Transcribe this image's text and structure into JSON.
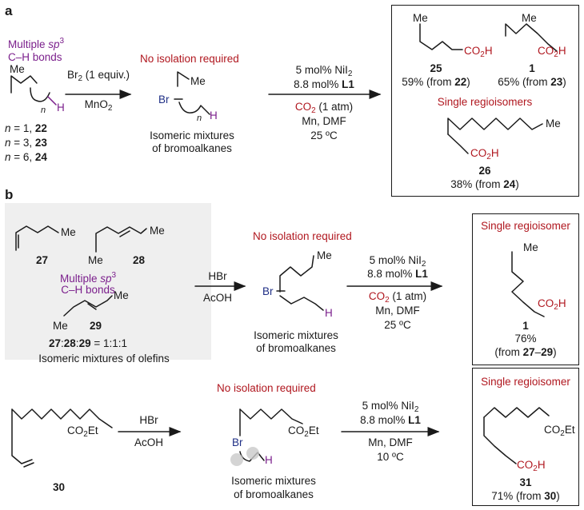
{
  "panels": {
    "a": "a",
    "b": "b"
  },
  "labels": {
    "me": "Me",
    "h": "H",
    "br": "Br",
    "n": "n",
    "co2h": "CO",
    "co2h_tail": "H",
    "two": "2",
    "co2et": "CO",
    "co2et_tail": "Et",
    "ch": "C–H bonds",
    "multiple": "Multiple ",
    "sp": "sp",
    "three": "3"
  },
  "panel_a": {
    "start": [
      "n = 1, ",
      "22",
      "n = 3, ",
      "23",
      "n = 6, ",
      "24"
    ],
    "reagent1": [
      "Br",
      "2",
      " (1 equiv.)"
    ],
    "reagent2": [
      "MnO",
      "2"
    ],
    "no_isolation": "No isolation required",
    "mixture": [
      "Isomeric mixtures",
      "of bromoalkanes"
    ],
    "conditions": [
      "5 mol% NiI",
      "2",
      "8.8 mol% ",
      "L1",
      "CO",
      "2",
      " (1 atm)",
      "Mn, DMF",
      "25 ºC"
    ],
    "products": {
      "p25": [
        "25",
        "59% (from ",
        "22",
        ")"
      ],
      "p1": [
        "1",
        "65% (from ",
        "23",
        ")"
      ],
      "single": "Single regioisomers",
      "p26": [
        "26",
        "38% (from ",
        "24",
        ")"
      ]
    }
  },
  "panel_b1": {
    "olefins": [
      "27",
      "28",
      "29"
    ],
    "ratio": [
      "27",
      ":",
      "28",
      ":",
      "29",
      " = 1:1:1"
    ],
    "olefin_mixture": "Isomeric mixtures of olefins",
    "reagent": [
      "HBr",
      "AcOH"
    ],
    "no_isolation": "No isolation required",
    "mixture": [
      "Isomeric mixtures",
      "of bromoalkanes"
    ],
    "conditions": [
      "5 mol% NiI",
      "2",
      "8.8 mol% ",
      "L1",
      "CO",
      "2",
      " (1 atm)",
      "Mn, DMF",
      "25 ºC"
    ],
    "product": {
      "single": "Single regioisomer",
      "id": "1",
      "yield": "76%",
      "from": [
        "(from ",
        "27",
        "–",
        "29",
        ")"
      ]
    }
  },
  "panel_b2": {
    "start_id": "30",
    "reagent": [
      "HBr",
      "AcOH"
    ],
    "no_isolation": "No isolation required",
    "mixture": [
      "Isomeric mixtures",
      "of bromoalkanes"
    ],
    "conditions": [
      "5 mol% NiI",
      "2",
      "8.8 mol% ",
      "L1",
      "Mn, DMF",
      "10 ºC"
    ],
    "product": {
      "single": "Single regioisomer",
      "id": "31",
      "yield": [
        "71% (from ",
        "30",
        ")"
      ]
    }
  },
  "colors": {
    "red": "#b0171f",
    "purple": "#7b1f8c",
    "navy": "#1f2f86",
    "gray_box": "#efefef"
  }
}
